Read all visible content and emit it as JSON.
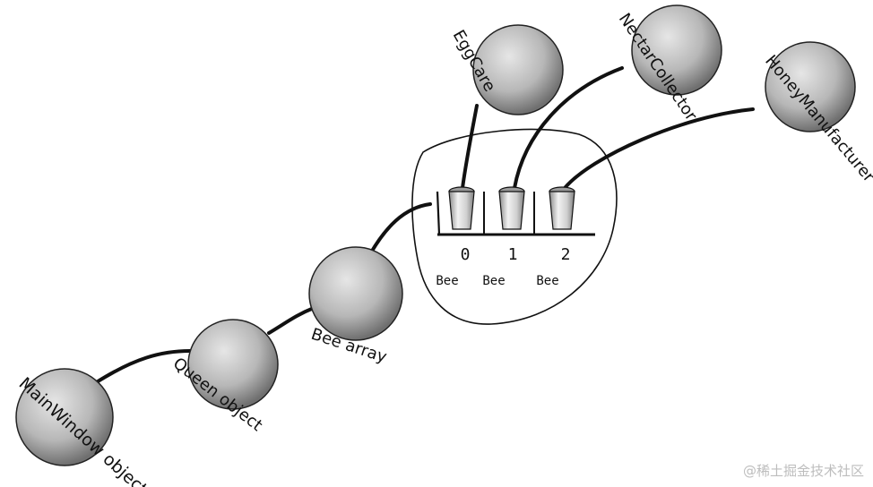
{
  "nodes": {
    "mainwindow": "MainWindow object",
    "queen": "Queen object",
    "bee_array": "Bee array",
    "egg_care": "EggCare",
    "nectar_collector": "NectarCollector",
    "honey_manufacturer": "HoneyManufacturer"
  },
  "array": {
    "indexes": [
      "0",
      "1",
      "2"
    ],
    "types": [
      "Bee",
      "Bee",
      "Bee"
    ]
  },
  "watermark": "@稀土掘金技术社区",
  "colors": {
    "ball_light": "#d9d9d9",
    "ball_dark": "#7a7a7a",
    "ink": "#111111"
  }
}
